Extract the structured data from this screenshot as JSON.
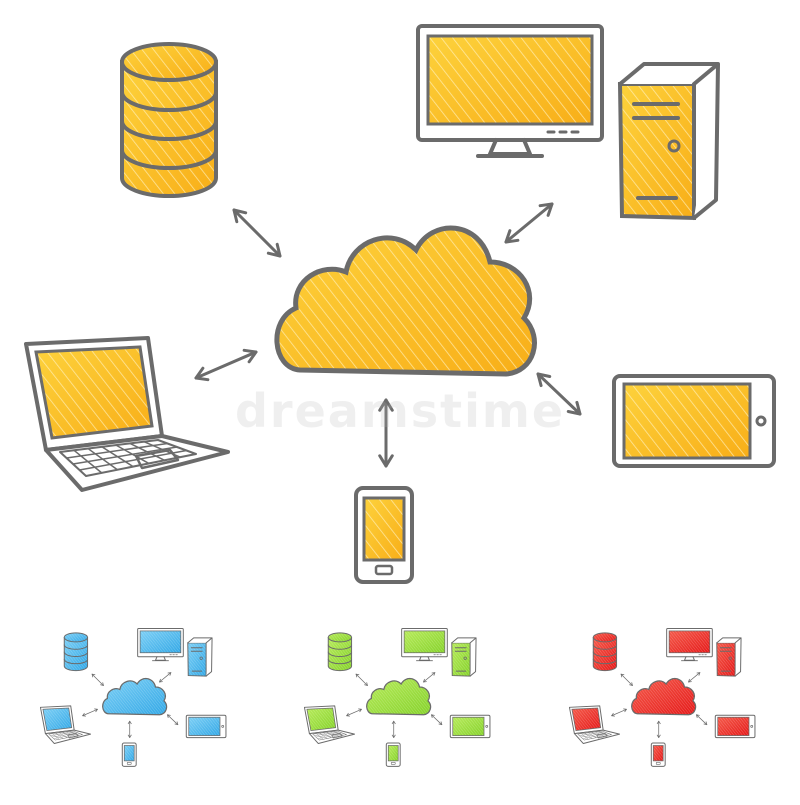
{
  "watermark": "dreamstime",
  "palette": {
    "outline": "#6b6b6b",
    "orange": {
      "fill": "#f8ae18",
      "light": "#fdd23c",
      "hatch": "#fff3c4"
    },
    "blue": {
      "fill": "#33a8e6",
      "light": "#7ccff5",
      "hatch": "#e6f6ff"
    },
    "green": {
      "fill": "#86d22c",
      "light": "#b6ea5a",
      "hatch": "#f0ffd8"
    },
    "red": {
      "fill": "#e51a1a",
      "light": "#f45a4a",
      "hatch": "#ffe3e3"
    }
  },
  "variants": [
    {
      "id": "main",
      "color": "orange"
    },
    {
      "id": "blue",
      "color": "blue"
    },
    {
      "id": "green",
      "color": "green"
    },
    {
      "id": "red",
      "color": "red"
    }
  ],
  "nodes": [
    {
      "id": "cloud",
      "icon": "cloud-icon"
    },
    {
      "id": "database",
      "icon": "database-icon"
    },
    {
      "id": "desktop",
      "icon": "desktop-computer-icon"
    },
    {
      "id": "laptop",
      "icon": "laptop-icon"
    },
    {
      "id": "tablet",
      "icon": "tablet-icon"
    },
    {
      "id": "phone",
      "icon": "smartphone-icon"
    }
  ],
  "connections": [
    {
      "from": "cloud",
      "to": "database"
    },
    {
      "from": "cloud",
      "to": "desktop"
    },
    {
      "from": "cloud",
      "to": "laptop"
    },
    {
      "from": "cloud",
      "to": "tablet"
    },
    {
      "from": "cloud",
      "to": "phone"
    }
  ]
}
